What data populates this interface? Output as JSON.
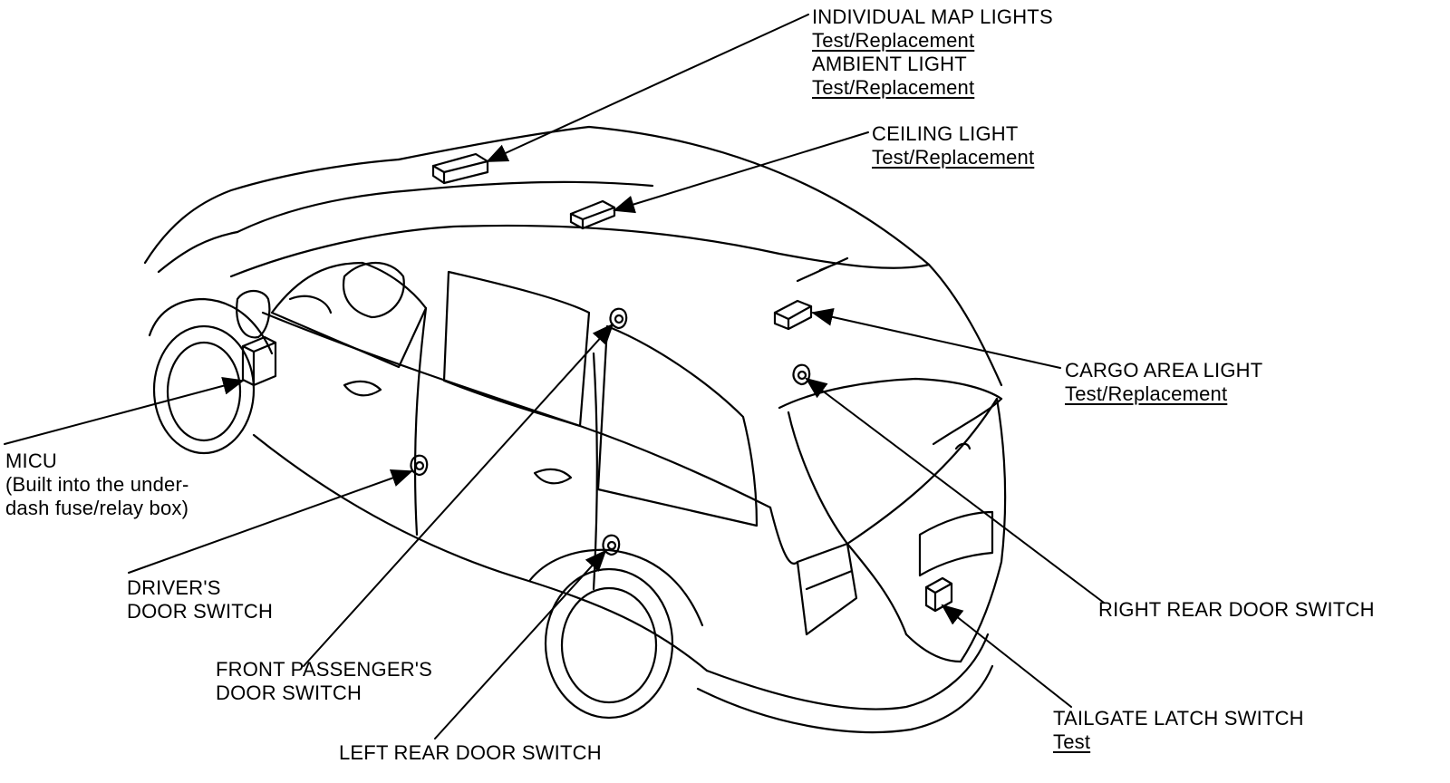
{
  "labels": {
    "map_lights": {
      "title": "INDIVIDUAL MAP LIGHTS",
      "link": "Test/Replacement",
      "title2": "AMBIENT LIGHT",
      "link2": "Test/Replacement"
    },
    "ceiling_light": {
      "title": "CEILING LIGHT",
      "link": "Test/Replacement"
    },
    "cargo_area_light": {
      "title": "CARGO AREA LIGHT",
      "link": "Test/Replacement"
    },
    "micu": {
      "title": "MICU",
      "note1": "(Built into the under-",
      "note2": "dash fuse/relay box)"
    },
    "drivers_door_switch": {
      "line1": "DRIVER'S",
      "line2": "DOOR SWITCH"
    },
    "front_passenger_door_switch": {
      "line1": "FRONT PASSENGER'S",
      "line2": "DOOR SWITCH"
    },
    "left_rear_door_switch": {
      "title": "LEFT REAR DOOR SWITCH"
    },
    "right_rear_door_switch": {
      "title": "RIGHT REAR DOOR SWITCH"
    },
    "tailgate_latch_switch": {
      "title": "TAILGATE LATCH SWITCH",
      "link": "Test"
    }
  },
  "colors": {
    "ink": "#000000",
    "background": "#ffffff"
  }
}
